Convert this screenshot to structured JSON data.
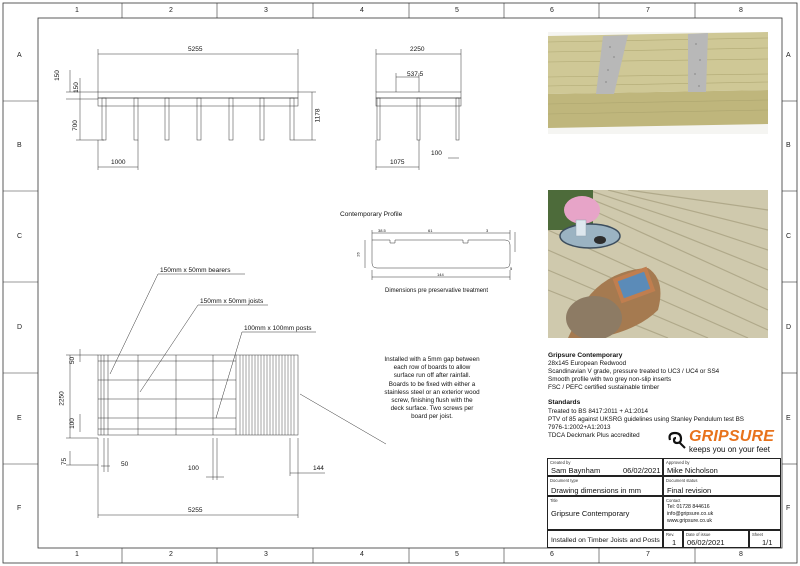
{
  "grid": {
    "columns": [
      "1",
      "2",
      "3",
      "4",
      "5",
      "6",
      "7",
      "8"
    ],
    "rows": [
      "A",
      "B",
      "C",
      "D",
      "E",
      "F"
    ]
  },
  "top_view": {
    "dims": [
      "5255",
      "150",
      "150",
      "700",
      "1178",
      "1000"
    ]
  },
  "side_view": {
    "dims": [
      "2250",
      "537.5",
      "1075",
      "100"
    ]
  },
  "profile": {
    "title": "Contemporary Profile",
    "dims": [
      "38.5",
      "61",
      "3",
      "26",
      "144",
      "5"
    ],
    "caption": "Dimensions pre preservative treatment"
  },
  "plan_view": {
    "labels": {
      "bearers": "150mm x 50mm bearers",
      "joists": "150mm x 50mm joists",
      "posts": "100mm x 100mm posts"
    },
    "dims": [
      "50",
      "2250",
      "100",
      "75",
      "50",
      "100",
      "144",
      "5255"
    ]
  },
  "install_note": "Installed with a 5mm gap between each row of boards to allow surface run off after rainfall. Boards to be fixed with either a stainless steel or an exterior wood screw, finishing flush with the deck surface. Two screws per board per joist.",
  "product": {
    "name": "Gripsure Contemporary",
    "lines": [
      "28x145 European Redwood",
      "Scandinavian V grade, pressure treated to UC3 / UC4 or SS4",
      "Smooth profile with two grey non-slip inserts",
      "FSC / PEFC certified sustainable timber"
    ]
  },
  "standards": {
    "heading": "Standards",
    "lines": [
      "Treated to BS 8417:2011 + A1:2014",
      "PTV of 85 against UKSRG guidelines using Stanley Pendulum test BS",
      "7976-1:2002+A1:2013",
      "TDCA Deckmark Plus accredited"
    ]
  },
  "logo": {
    "name": "GRIPSURE",
    "tagline": "keeps you on your feet"
  },
  "title_block": {
    "created_by_cap": "Created by",
    "created_by": "Sam Baynham",
    "created_date": "06/02/2021",
    "approved_by_cap": "Approved by",
    "approved_by": "Mike Nicholson",
    "doc_type_cap": "Document type",
    "doc_type": "Drawing dimensions in mm",
    "doc_status_cap": "Document status",
    "doc_status": "Final revision",
    "title_cap": "Title",
    "title": "Gripsure Contemporary",
    "contact_cap": "Contact",
    "contact_tel": "Tel: 01728 844616",
    "contact_email": "info@gripsure.co.uk",
    "contact_web": "www.gripsure.co.uk",
    "subtitle": "Installed on Timber Joists and Posts",
    "rev_cap": "Rev.",
    "rev": "1",
    "date_cap": "Date of issue",
    "date": "06/02/2021",
    "sheet_cap": "Sheet",
    "sheet": "1/1"
  },
  "colors": {
    "line": "#222222",
    "brand_orange": "#e8731c",
    "timber": "#c9c08a",
    "grey_insert": "#b8b8b8"
  }
}
